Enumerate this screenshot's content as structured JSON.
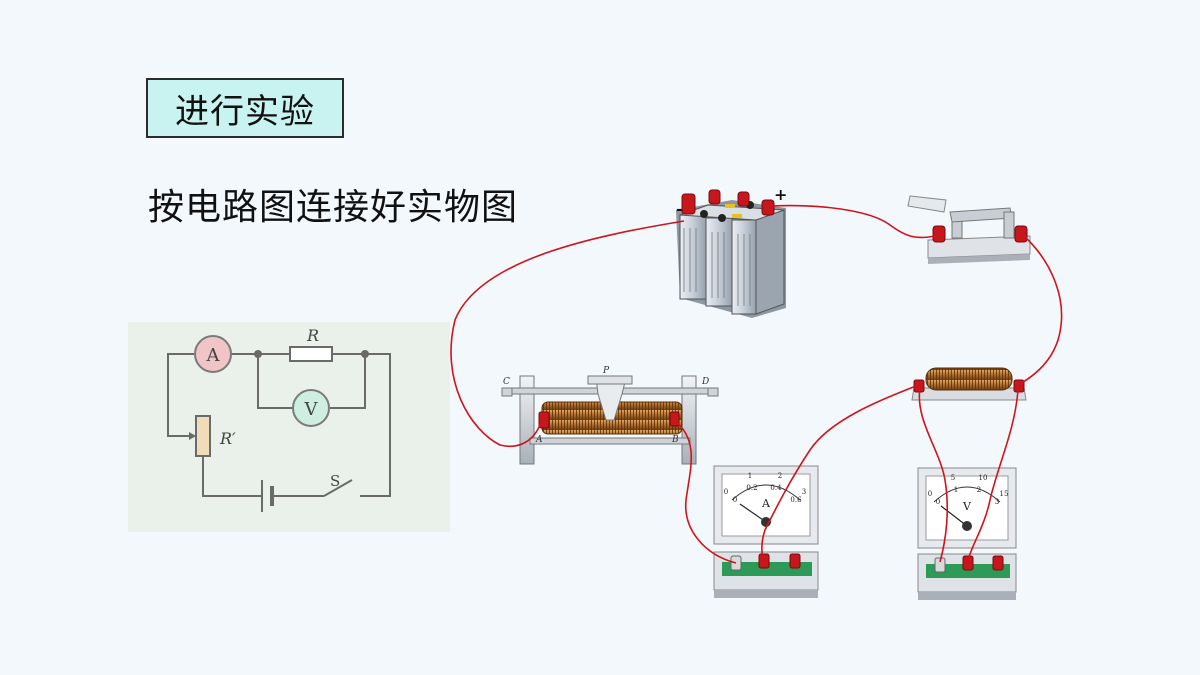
{
  "slide": {
    "heading": "进行实验",
    "instruction": "按电路图连接好实物图"
  },
  "schematic": {
    "ammeter_symbol": "A",
    "voltmeter_symbol": "V",
    "resistor_label": "R",
    "rheostat_label": "R′",
    "switch_label": "S"
  },
  "apparatus": {
    "battery_minus": "-",
    "battery_plus": "+",
    "rheostat_slider_label": "P",
    "rheostat_end_c": "C",
    "rheostat_end_d": "D",
    "rheostat_end_a": "A",
    "rheostat_end_b": "B",
    "ammeter_unit": "A",
    "ammeter_scale_top": [
      "0",
      "1",
      "2",
      "3"
    ],
    "ammeter_scale_bottom": [
      "0",
      "0.2",
      "0.4",
      "0.6"
    ],
    "voltmeter_unit": "V",
    "voltmeter_scale_top": [
      "0",
      "5",
      "10",
      "15"
    ],
    "voltmeter_scale_bottom": [
      "0",
      "1",
      "2",
      "3"
    ]
  },
  "colors": {
    "wire": "#d0141c",
    "terminal": "#c8161d",
    "coil": "#b5702c",
    "meter_base": "#2e9a57",
    "heading_bg": "#c9f3f1"
  }
}
